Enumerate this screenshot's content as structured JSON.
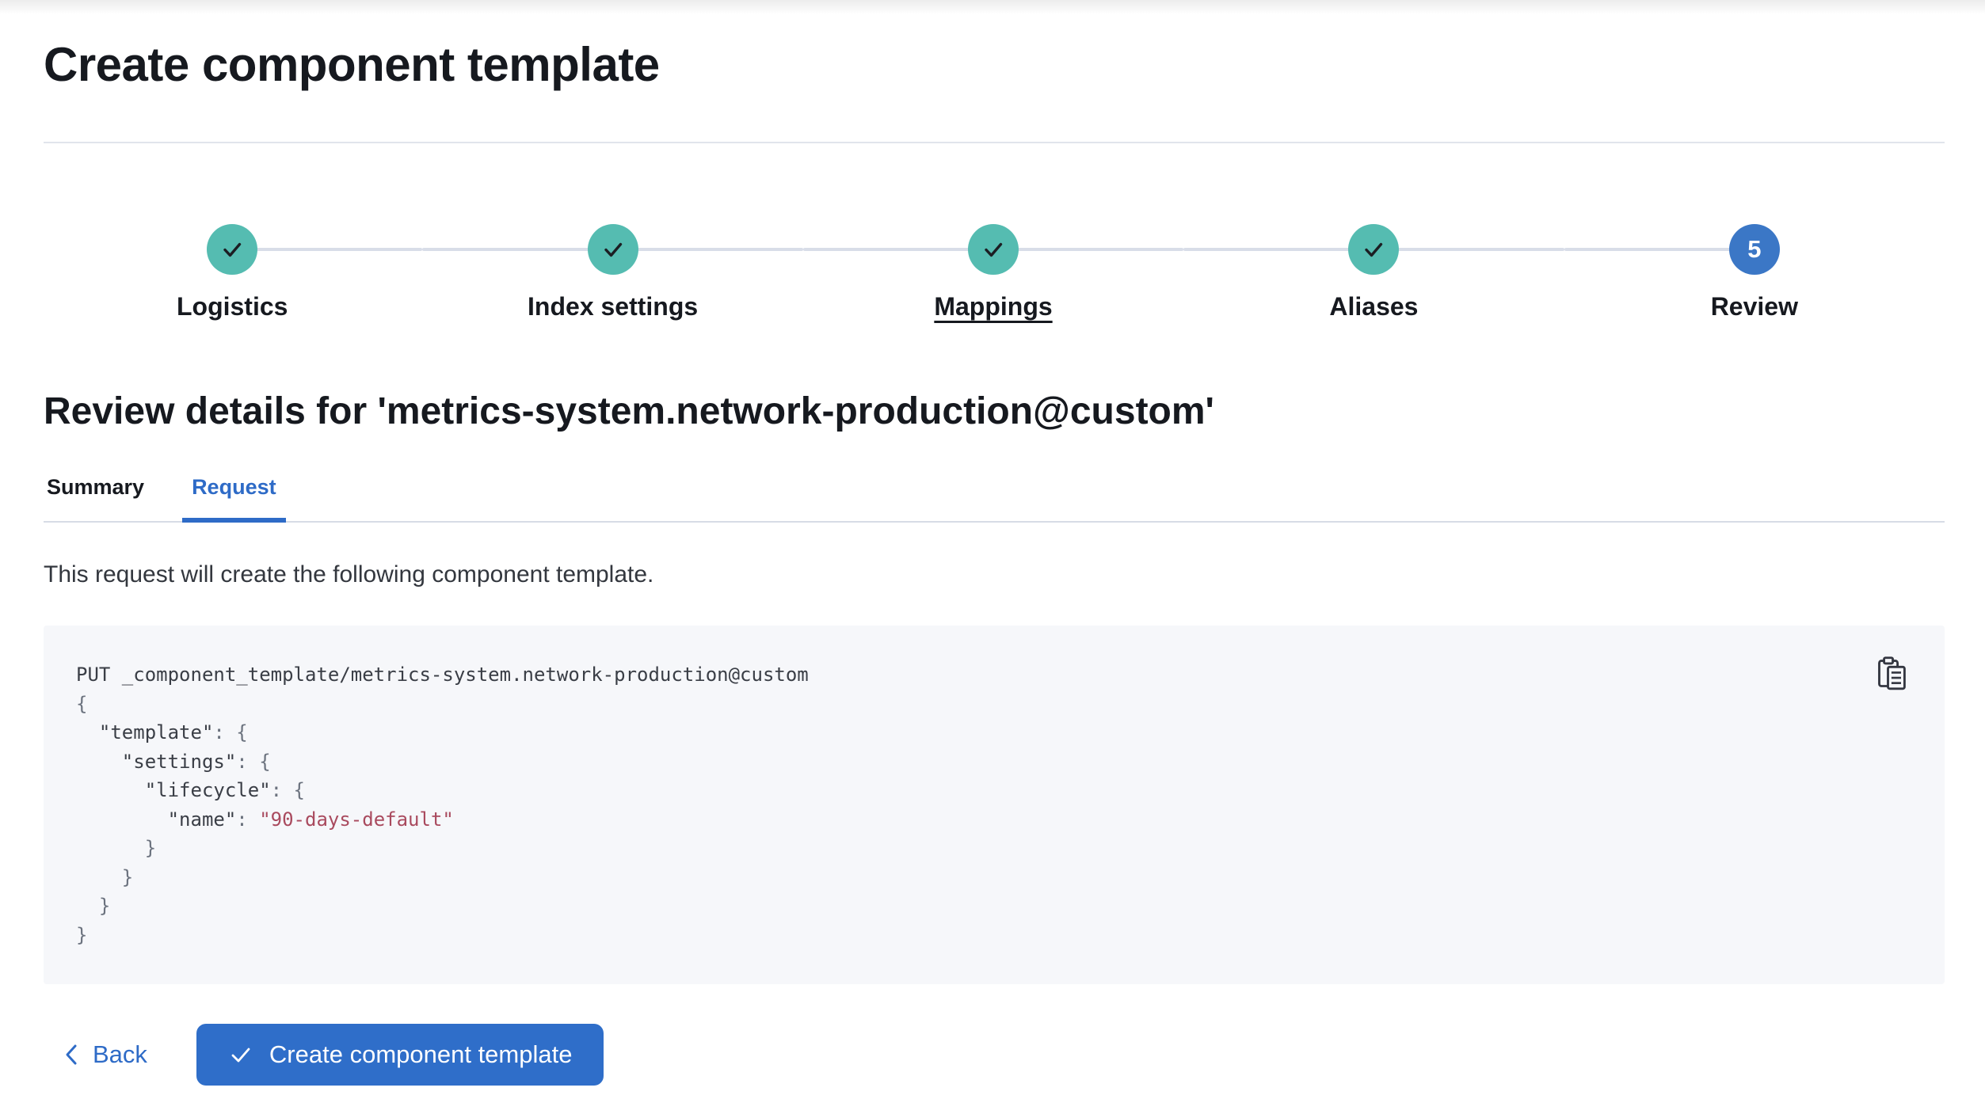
{
  "page": {
    "title": "Create component template"
  },
  "steps": {
    "items": [
      {
        "label": "Logistics",
        "status": "complete"
      },
      {
        "label": "Index settings",
        "status": "complete"
      },
      {
        "label": "Mappings",
        "status": "complete",
        "underlined": true
      },
      {
        "label": "Aliases",
        "status": "complete"
      },
      {
        "label": "Review",
        "status": "current",
        "number": "5"
      }
    ]
  },
  "review": {
    "heading": "Review details for 'metrics-system.network-production@custom'",
    "tabs": [
      {
        "label": "Summary",
        "active": false
      },
      {
        "label": "Request",
        "active": true
      }
    ],
    "description": "This request will create the following component template."
  },
  "code": {
    "copy_icon": "copy-clipboard-icon",
    "lines": [
      [
        {
          "text": "PUT _component_template/metrics-system.network-production@custom",
          "type": "plain"
        }
      ],
      [
        {
          "text": "{",
          "type": "punct"
        }
      ],
      [
        {
          "text": "  \"template\"",
          "type": "plain"
        },
        {
          "text": ": {",
          "type": "punct"
        }
      ],
      [
        {
          "text": "    \"settings\"",
          "type": "plain"
        },
        {
          "text": ": {",
          "type": "punct"
        }
      ],
      [
        {
          "text": "      \"lifecycle\"",
          "type": "plain"
        },
        {
          "text": ": {",
          "type": "punct"
        }
      ],
      [
        {
          "text": "        \"name\"",
          "type": "plain"
        },
        {
          "text": ": ",
          "type": "punct"
        },
        {
          "text": "\"90-days-default\"",
          "type": "string"
        }
      ],
      [
        {
          "text": "      }",
          "type": "punct"
        }
      ],
      [
        {
          "text": "    }",
          "type": "punct"
        }
      ],
      [
        {
          "text": "  }",
          "type": "punct"
        }
      ],
      [
        {
          "text": "}",
          "type": "punct"
        }
      ]
    ]
  },
  "footer": {
    "back_label": "Back",
    "create_label": "Create component template"
  },
  "colors": {
    "accent_blue": "#2e6bc7",
    "button_blue": "#2f6ec9",
    "current_step_blue": "#3b77c6",
    "success_teal": "#55bcb1",
    "connector_gray": "#d8dde8",
    "code_background": "#f6f7fa",
    "code_string_red": "#a94a5e",
    "code_punctuation_gray": "#6b727e",
    "text_dark": "#16191f"
  }
}
